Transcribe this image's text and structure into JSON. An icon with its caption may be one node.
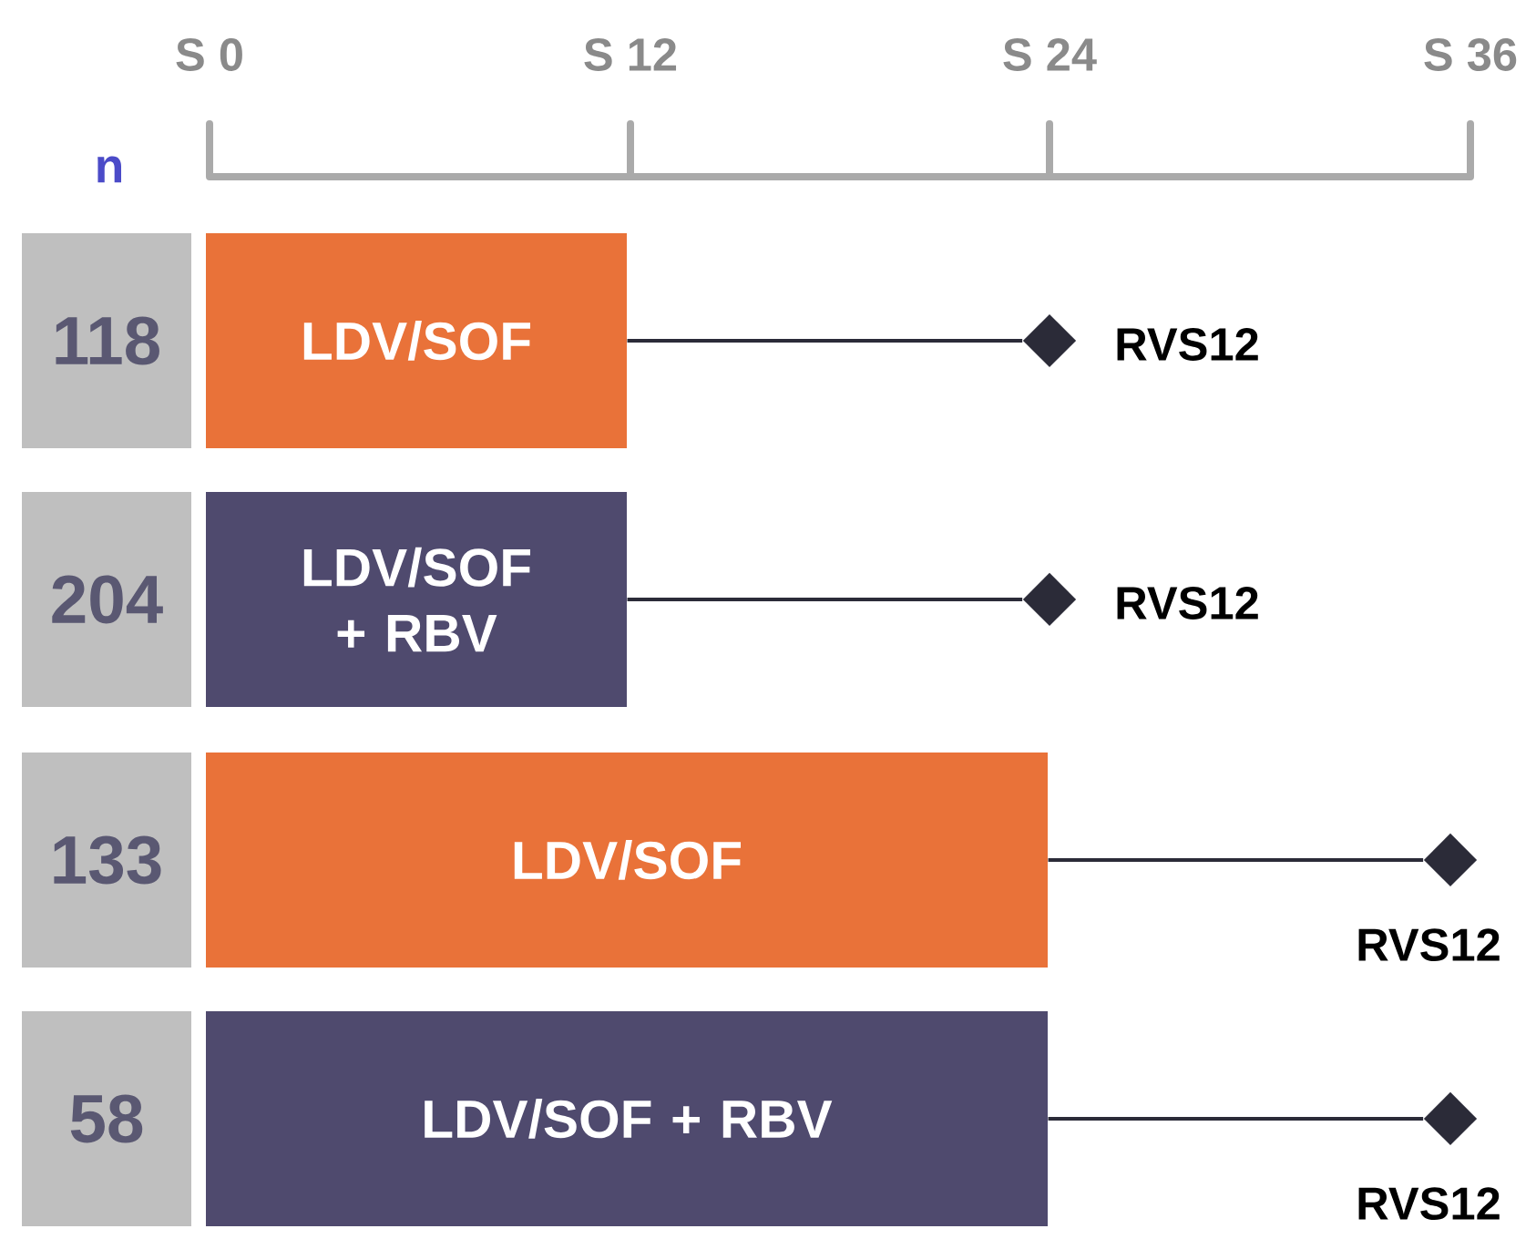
{
  "diagram": {
    "nodes": [
      {
        "text": [
          "118"
        ]
      },
      {
        "text": [
          "LDV/SOF"
        ]
      },
      {
        "text": [],
        "shape": "diamond",
        "beside": [
          "RVS12"
        ]
      },
      {
        "text": [
          "204"
        ]
      },
      {
        "text": [
          "LDV/SOF + RBV"
        ]
      },
      {
        "text": [],
        "shape": "diamond",
        "beside": [
          "RVS12"
        ]
      },
      {
        "text": [
          "133"
        ]
      },
      {
        "text": [
          "LDV/SOF"
        ]
      },
      {
        "text": [],
        "shape": "diamond",
        "beside": [
          "RVS12"
        ]
      },
      {
        "text": [
          "58"
        ]
      },
      {
        "text": [
          "LDV/SOF + RBV"
        ]
      },
      {
        "text": [],
        "shape": "diamond",
        "beside": [
          "RVS12"
        ]
      }
    ],
    "edges": [
      {
        "from": 1,
        "to": 2,
        "arrow": "none"
      },
      {
        "from": 4,
        "to": 5,
        "arrow": "none"
      },
      {
        "from": 7,
        "to": 8,
        "arrow": "none"
      },
      {
        "from": 10,
        "to": 11,
        "arrow": "none"
      }
    ],
    "labels": [
      "S 0",
      "S 12",
      "S 24",
      "S 36",
      "n"
    ]
  }
}
